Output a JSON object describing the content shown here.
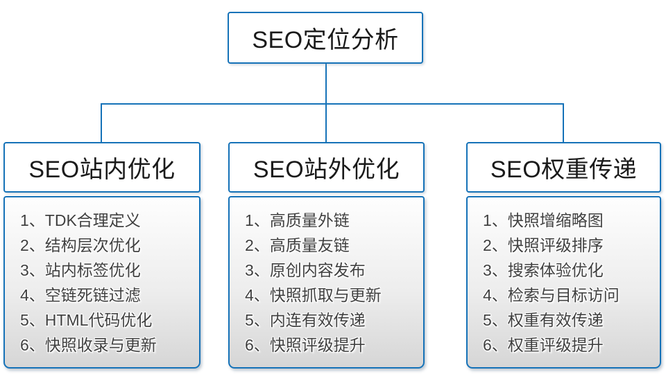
{
  "title": {
    "label": "SEO定位分析"
  },
  "colors": {
    "accent_blue": "#1572B8",
    "header_text": "#1A1A1A",
    "list_text": "#404040",
    "list_bg_top": "#FEFEFE",
    "list_bg_bottom": "#D6D6D6",
    "node_bg": "#FFFFFF"
  },
  "branches": [
    {
      "title": "SEO站内优化",
      "items": [
        "1、TDK合理定义",
        "2、结构层次优化",
        "3、站内标签优化",
        "4、空链死链过滤",
        "5、HTML代码优化",
        "6、快照收录与更新"
      ]
    },
    {
      "title": "SEO站外优化",
      "items": [
        "1、高质量外链",
        "2、高质量友链",
        "3、原创内容发布",
        "4、快照抓取与更新",
        "5、内连有效传递",
        "6、快照评级提升"
      ]
    },
    {
      "title": "SEO权重传递",
      "items": [
        "1、快照增缩略图",
        "2、快照评级排序",
        "3、搜索体验优化",
        "4、检索与目标访问",
        "5、权重有效传递",
        "6、权重评级提升"
      ]
    }
  ]
}
